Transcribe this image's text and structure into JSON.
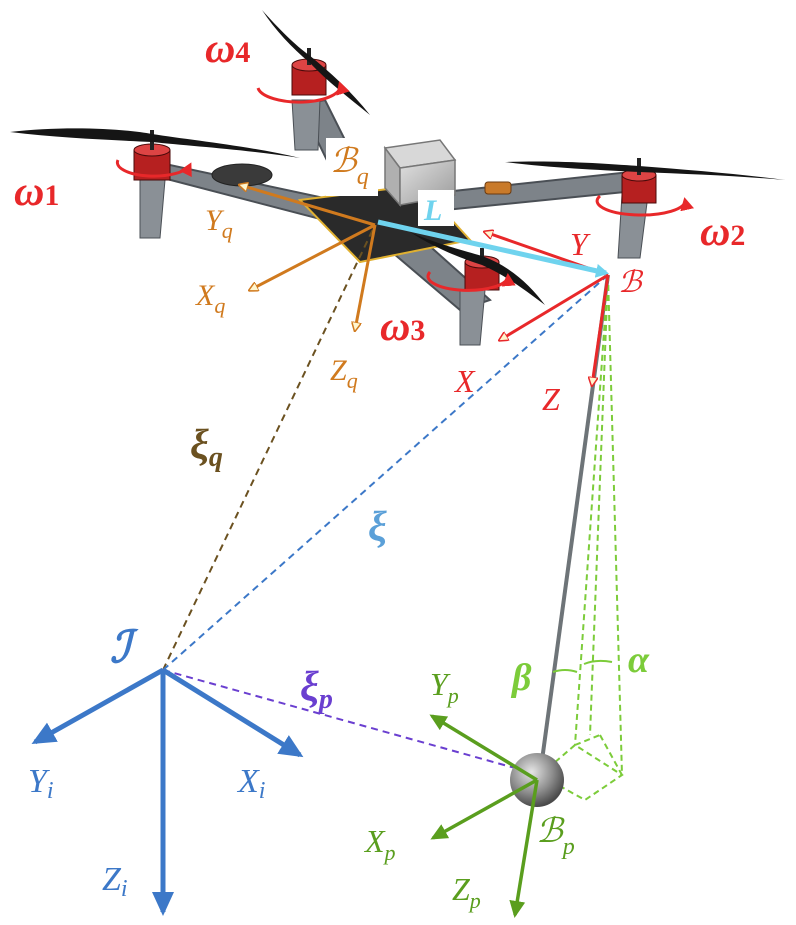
{
  "colors": {
    "red": "#e8282a",
    "orange": "#d07a1e",
    "brown": "#6b5120",
    "blue": "#3c78c8",
    "green": "#5a9e1e",
    "lightgreen": "#7ccc3a",
    "cyan": "#6fd3ee",
    "purple": "#6a3fd0",
    "lightblue": "#5ba0d8"
  },
  "rotors": {
    "w1": {
      "sym": "ω",
      "sub": "1"
    },
    "w2": {
      "sym": "ω",
      "sub": "2"
    },
    "w3": {
      "sym": "ω",
      "sub": "3"
    },
    "w4": {
      "sym": "ω",
      "sub": "4"
    }
  },
  "frames": {
    "quad": {
      "origin": "ℬ",
      "origin_sub": "q",
      "x": "X",
      "x_sub": "q",
      "y": "Y",
      "y_sub": "q",
      "z": "Z",
      "z_sub": "q"
    },
    "body": {
      "origin": "ℬ",
      "x": "X",
      "y": "Y",
      "z": "Z"
    },
    "inertial": {
      "origin": "ℐ",
      "x": "X",
      "x_sub": "i",
      "y": "Y",
      "y_sub": "i",
      "z": "Z",
      "z_sub": "i"
    },
    "payload": {
      "origin": "ℬ",
      "origin_sub": "p",
      "x": "X",
      "x_sub": "p",
      "y": "Y",
      "y_sub": "p",
      "z": "Z",
      "z_sub": "p"
    }
  },
  "vectors": {
    "xi": "ξ",
    "xi_q": {
      "sym": "ξ",
      "sub": "q"
    },
    "xi_p": {
      "sym": "ξ",
      "sub": "p"
    },
    "L": "L"
  },
  "angles": {
    "alpha": "α",
    "beta": "β"
  }
}
